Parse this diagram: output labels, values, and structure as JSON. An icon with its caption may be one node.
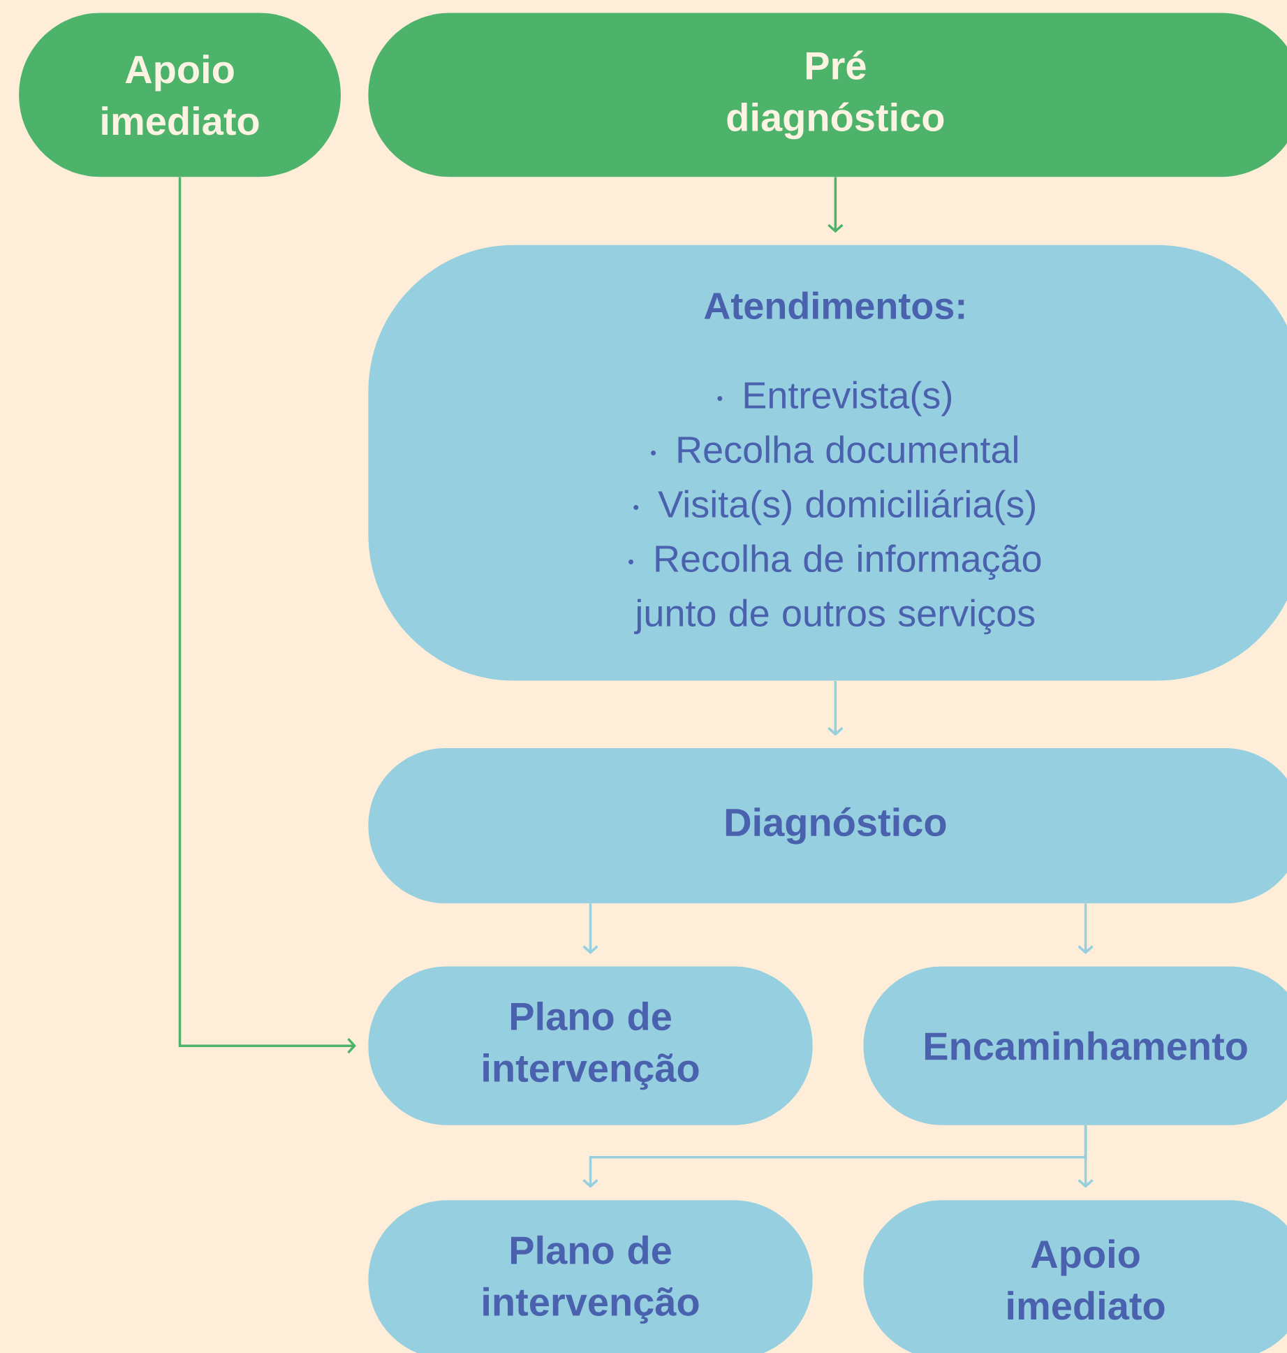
{
  "diagram": {
    "nodes": [
      {
        "text": [
          "Apoio imediato"
        ]
      },
      {
        "text": [
          "Pré diagnóstico"
        ]
      },
      {
        "text": [
          "Atendimentos:",
          "Entrevista(s)",
          "Recolha documental",
          "Visita(s) domiciliária(s)",
          "Recolha de informação junto de outros serviços"
        ]
      },
      {
        "text": [
          "Diagnóstico"
        ]
      },
      {
        "text": [
          "Plano de intervenção"
        ]
      },
      {
        "text": [
          "Encaminhamento"
        ]
      },
      {
        "text": [
          "Plano de intervenção"
        ]
      },
      {
        "text": [
          "Apoio imediato"
        ]
      }
    ],
    "edges": [
      {
        "from": 0,
        "to": 4,
        "arrow": "to",
        "color": "#4db36a"
      },
      {
        "from": 1,
        "to": 2,
        "arrow": "to",
        "color": "#4db36a"
      },
      {
        "from": 2,
        "to": 3,
        "arrow": "to"
      },
      {
        "from": 3,
        "to": 4,
        "arrow": "to"
      },
      {
        "from": 3,
        "to": 5,
        "arrow": "to"
      },
      {
        "from": 5,
        "to": 6,
        "arrow": "to"
      },
      {
        "from": 5,
        "to": 7,
        "arrow": "to"
      }
    ]
  }
}
